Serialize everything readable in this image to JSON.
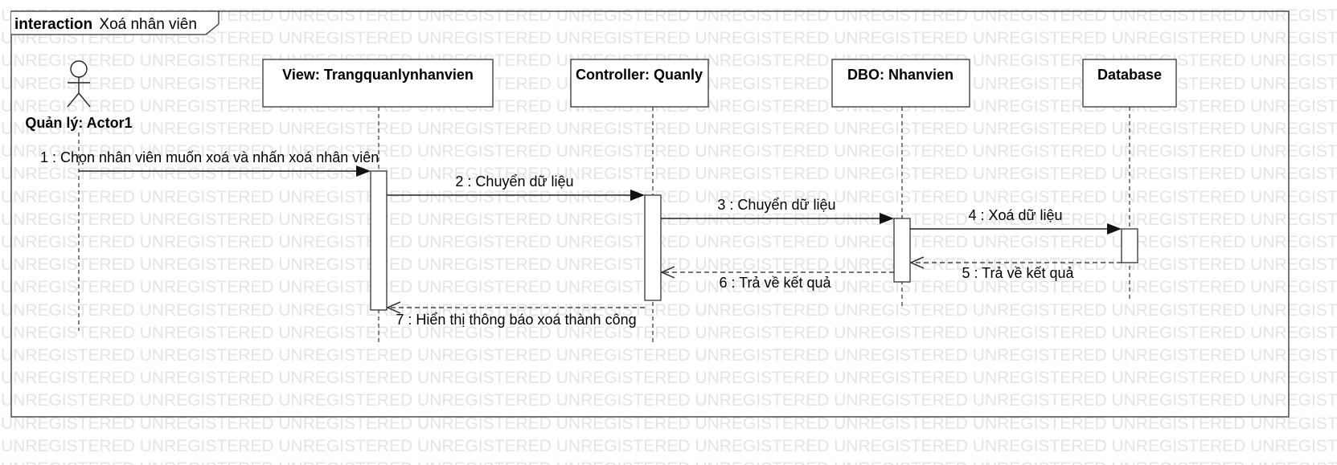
{
  "watermark": {
    "text": "UNREGISTERED"
  },
  "frame": {
    "keyword": "interaction",
    "name": "Xoá nhân viên"
  },
  "actor": {
    "label": "Quản lý: Actor1"
  },
  "lifelines": [
    {
      "id": "view",
      "label": "View: Trangquanlynhanvien"
    },
    {
      "id": "controller",
      "label": "Controller: Quanly"
    },
    {
      "id": "dbo",
      "label": "DBO: Nhanvien"
    },
    {
      "id": "database",
      "label": "Database"
    }
  ],
  "messages": [
    {
      "label": "1 : Chọn nhân viên muốn xoá và nhấn xoá nhân viên",
      "kind": "sync"
    },
    {
      "label": "2 : Chuyển dữ liệu",
      "kind": "sync"
    },
    {
      "label": "3 : Chuyển dữ liệu",
      "kind": "sync"
    },
    {
      "label": "4 : Xoá dữ liệu",
      "kind": "sync"
    },
    {
      "label": "5 : Trả về kết quả",
      "kind": "return"
    },
    {
      "label": "6 : Trả về kết quả",
      "kind": "return"
    },
    {
      "label": "7 : Hiển thị thông báo xoá thành công",
      "kind": "return"
    }
  ]
}
